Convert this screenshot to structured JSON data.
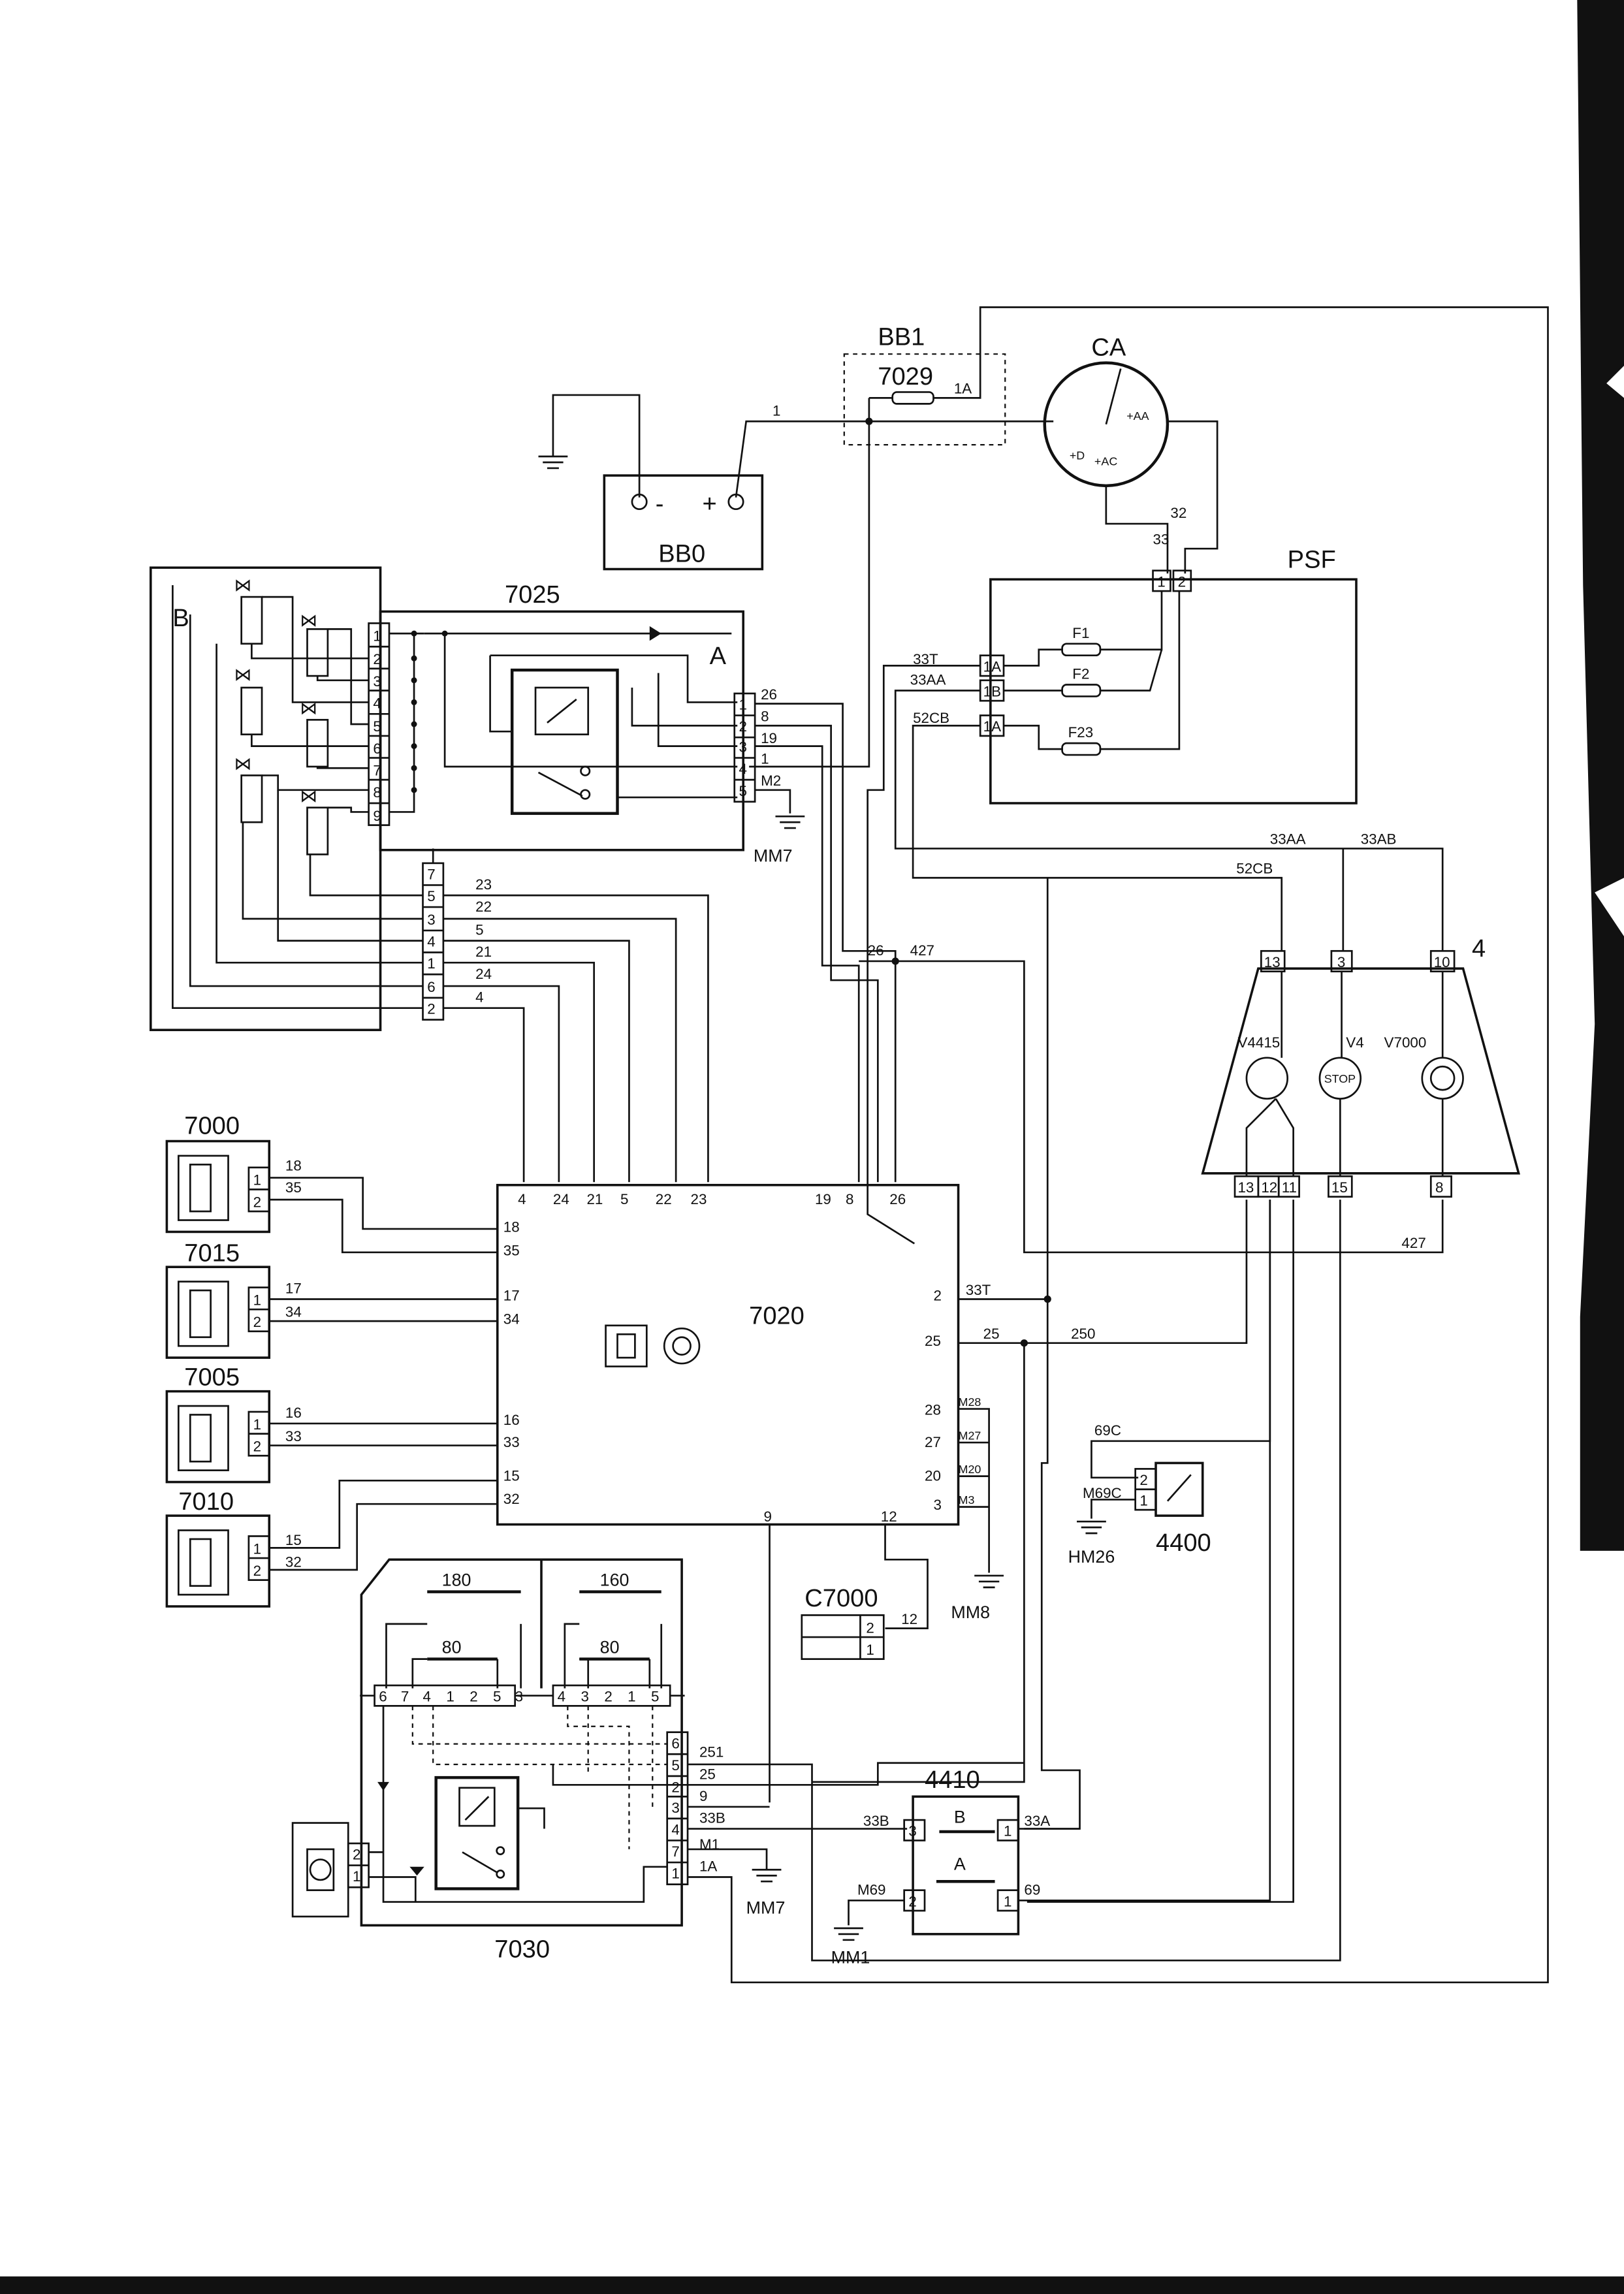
{
  "components": {
    "bb1": "BB1",
    "ca": "CA",
    "r7029": "7029",
    "bb0": "BB0",
    "bb0_minus": "-",
    "bb0_plus": "+",
    "psf": "PSF",
    "b": "B",
    "a": "A",
    "c7025": "7025",
    "c7020": "7020",
    "c7000": "7000",
    "c7015": "7015",
    "c7005": "7005",
    "c7010": "7010",
    "c7030": "7030",
    "c4410": "4410",
    "c4400": "4400",
    "cc7000": "C7000",
    "panel4": "4",
    "mm7_top": "MM7",
    "mm7_bot": "MM7",
    "mm8": "MM8",
    "mm1": "MM1",
    "hm26": "HM26"
  },
  "fuses": {
    "f1": "F1",
    "f2": "F2",
    "f23": "F23"
  },
  "ca_terms": {
    "aa": "+AA",
    "d": "+D",
    "ac": "+AC"
  },
  "panel": {
    "v4415": "V4415",
    "v4": "V4",
    "v7000": "V7000",
    "stop": "STOP",
    "pins_top": [
      "13",
      "3",
      "10"
    ],
    "pins_bottom": [
      "13",
      "12",
      "11",
      "15",
      "8"
    ]
  },
  "relay7030": {
    "r180": "180",
    "r160": "160",
    "r80a": "80",
    "r80b": "80",
    "top_pins": [
      "6",
      "7",
      "4",
      "1",
      "2",
      "5",
      "3",
      "4",
      "3",
      "2",
      "1",
      "5"
    ],
    "right_pins": [
      "6",
      "5",
      "2",
      "3",
      "4",
      "7",
      "1"
    ],
    "right_wires": [
      "251",
      "25",
      "9",
      "33B",
      "M1",
      "1A"
    ],
    "left_pins": [
      "2",
      "1"
    ]
  },
  "relay4410": {
    "b": "B",
    "a": "A",
    "p3": "3",
    "p1a": "1",
    "p2": "2",
    "p1b": "1",
    "w33b": "33B",
    "w33a": "33A",
    "wm69": "M69",
    "w69": "69"
  },
  "sw4400": {
    "p2": "2",
    "p1": "1",
    "w69c": "69C",
    "wm69c": "M69C"
  },
  "c7000conn": {
    "p2": "2",
    "p1": "1",
    "w12": "12"
  },
  "psf_pins": {
    "p1": "1",
    "p2": "2",
    "w33": "33",
    "w32": "32",
    "p1a": "1A",
    "p1b": "1B",
    "p1a2": "1A",
    "w33t": "33T",
    "w33aa": "33AA",
    "w52cb": "52CB"
  },
  "wires": {
    "w1": "1",
    "w1a_top": "1A",
    "w33aa": "33AA",
    "w33ab": "33AB",
    "w52cb": "52CB",
    "w26": "26",
    "w427": "427",
    "w427b": "427",
    "w33t": "33T",
    "w25": "25",
    "w250": "250",
    "m28": "M28",
    "m27": "M27",
    "m20": "M20",
    "m3": "M3"
  },
  "a_pins": [
    "1",
    "2",
    "3",
    "4",
    "5"
  ],
  "a_wires": [
    "26",
    "8",
    "19",
    "1",
    "M2"
  ],
  "b_pins": [
    "1",
    "2",
    "3",
    "4",
    "5",
    "6",
    "7",
    "8",
    "9"
  ],
  "harness_pins": [
    "7",
    "5",
    "3",
    "4",
    "1",
    "6",
    "2"
  ],
  "harness_wires": [
    "23",
    "22",
    "5",
    "21",
    "24",
    "4"
  ],
  "ecu_top": [
    "4",
    "24",
    "21",
    "5",
    "22",
    "23",
    "19",
    "8",
    "26"
  ],
  "ecu_left": [
    "18",
    "35",
    "17",
    "34",
    "16",
    "33",
    "15",
    "32"
  ],
  "ecu_right": [
    "2",
    "25",
    "28",
    "27",
    "20",
    "3"
  ],
  "ecu_bottom": [
    "9",
    "12"
  ],
  "sensors": {
    "s7000": {
      "pins": [
        "1",
        "2"
      ],
      "wires": [
        "18",
        "35"
      ]
    },
    "s7015": {
      "pins": [
        "1",
        "2"
      ],
      "wires": [
        "17",
        "34"
      ]
    },
    "s7005": {
      "pins": [
        "1",
        "2"
      ],
      "wires": [
        "16",
        "33"
      ]
    },
    "s7010": {
      "pins": [
        "1",
        "2"
      ],
      "wires": [
        "15",
        "32"
      ]
    }
  }
}
